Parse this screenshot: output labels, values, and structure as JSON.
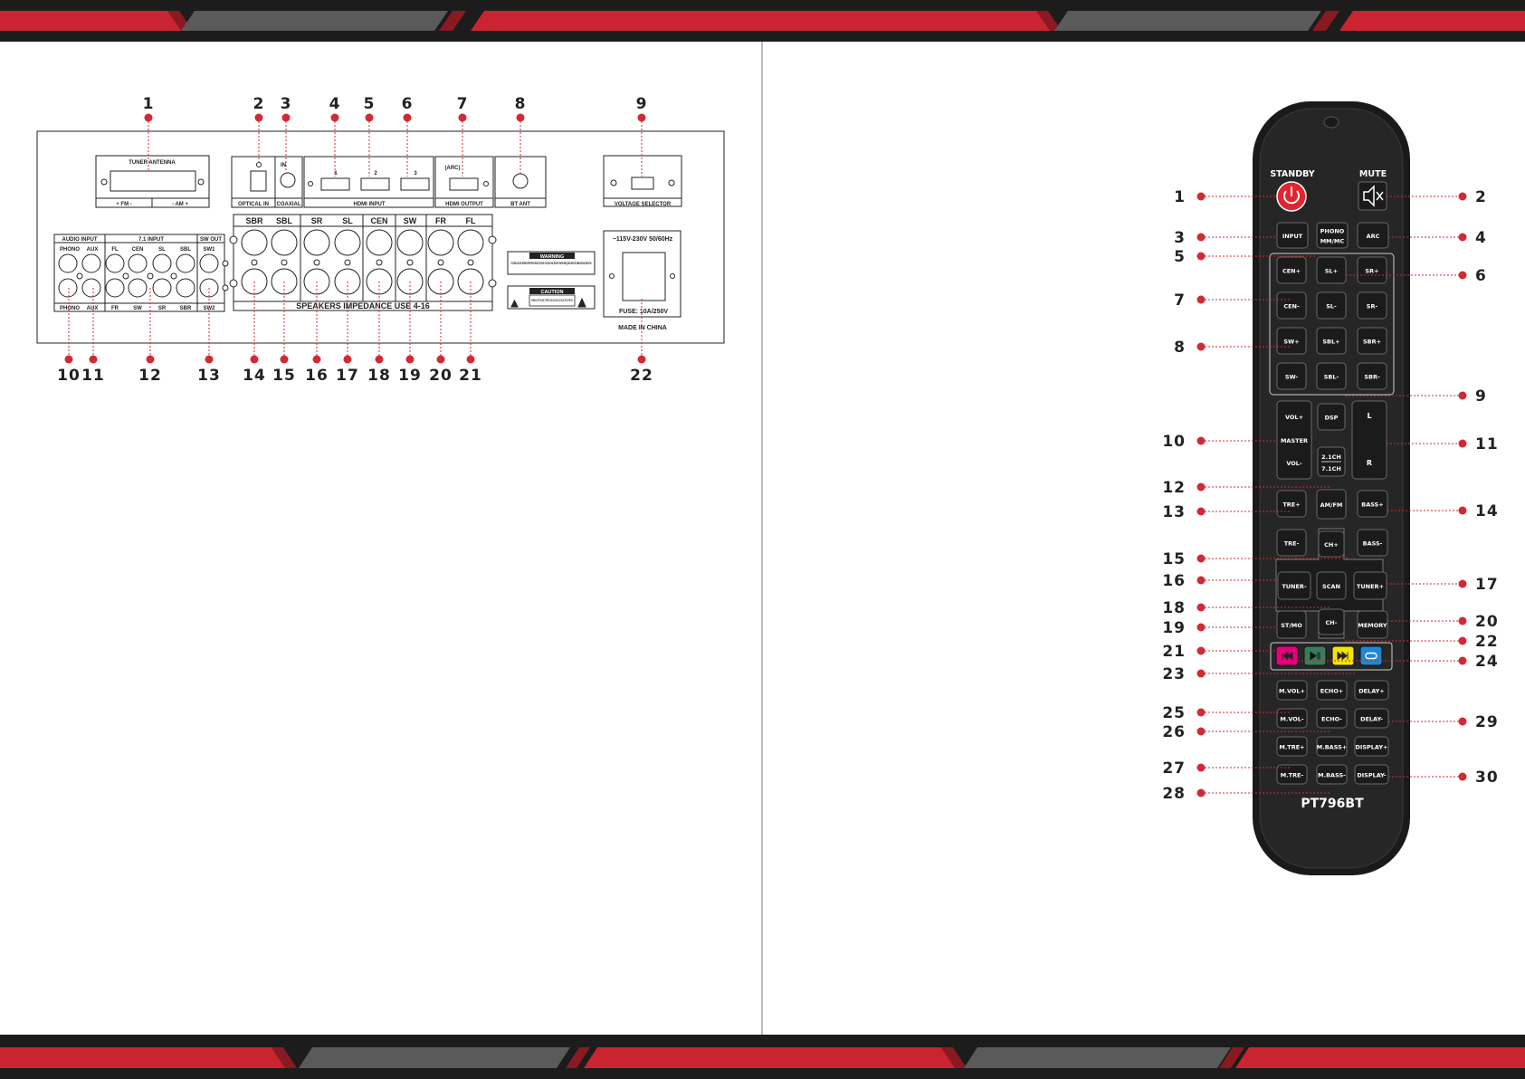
{
  "rear_panel": {
    "callouts": [
      "1",
      "2",
      "3",
      "4",
      "5",
      "6",
      "7",
      "8",
      "9",
      "10",
      "11",
      "12",
      "13",
      "14",
      "15",
      "16",
      "17",
      "18",
      "19",
      "20",
      "21",
      "22"
    ],
    "tuner": {
      "title": "TUNER ANTENNA",
      "fm": "+  FM  -",
      "am": "-   AM  +"
    },
    "optical_in": "OPTICAL IN",
    "coaxial": "COAXIAL",
    "coax_in": "IN",
    "hdmi_input": "HDMI  INPUT",
    "hdmi_ports": [
      "1",
      "2",
      "3"
    ],
    "hdmi_arc": "(ARC)",
    "hdmi_output": "HDMI  OUTPUT",
    "bt_ant": "BT ANT",
    "voltage_selector": "VOLTAGE SELECTOR",
    "audio_input": "AUDIO INPUT",
    "phono": "PHONO",
    "aux": "AUX",
    "input_71": "7.1 INPUT",
    "in71_top": [
      "FL",
      "CEN",
      "SL",
      "SBL"
    ],
    "in71_bottom": [
      "FR",
      "SW",
      "SR",
      "SBR"
    ],
    "sw_out": "SW OUT",
    "sw1": "SW1",
    "sw2": "SW2",
    "speakers": [
      "SBR",
      "SBL",
      "SR",
      "SL",
      "CEN",
      "SW",
      "FR",
      "FL"
    ],
    "impedance": "SPEAKERS IMPEDANCE USE 4-16",
    "warning_title": "WARNING",
    "warning_text": "TO REDUCE THE RISK OF FIRE OR ELECTRIC SHOCK DO NOT EXPOSE THIS EQUIPMENT TO RAIN OR MOISTURE",
    "caution_title": "CAUTION",
    "caution_text": "RISK OF ELECTRIC SHOCK DO NOT OPEN",
    "power_rating": "~115V-230V 50/60Hz",
    "fuse": "FUSE:  10A/250V",
    "made_in": "MADE IN CHINA"
  },
  "remote": {
    "model": "PT796BT",
    "callouts_left": [
      "1",
      "3",
      "5",
      "7",
      "8",
      "10",
      "12",
      "13",
      "15",
      "16",
      "18",
      "19",
      "21",
      "23",
      "25",
      "26",
      "27",
      "28"
    ],
    "callouts_right": [
      "2",
      "4",
      "6",
      "9",
      "11",
      "14",
      "17",
      "20",
      "22",
      "24",
      "29",
      "30"
    ],
    "standby": "STANDBY",
    "mute": "MUTE",
    "input": "INPUT",
    "phono1": "PHONO",
    "phono2": "MM/MC",
    "arc": "ARC",
    "cen_up": "CEN+",
    "sl_up": "SL+",
    "sr_up": "SR+",
    "cen_dn": "CEN-",
    "sl_dn": "SL-",
    "sr_dn": "SR-",
    "sw_up": "SW+",
    "sbl_up": "SBL+",
    "sbr_up": "SBR+",
    "sw_dn": "SW-",
    "sbl_dn": "SBL-",
    "sbr_dn": "SBR-",
    "vol_up": "VOL+",
    "master": "MASTER",
    "vol_dn": "VOL-",
    "dsp": "DSP",
    "ch21": "2.1CH",
    "ch71": "7.1CH",
    "l": "L",
    "r": "R",
    "amfm": "AM/FM",
    "tre_up": "TRE+",
    "tre_dn": "TRE-",
    "bass_up": "BASS+",
    "bass_dn": "BASS-",
    "ch_up": "CH+",
    "ch_dn": "CH-",
    "tuner_dn": "TUNER-",
    "scan": "SCAN",
    "tuner_up": "TUNER+",
    "stmo": "ST/MO",
    "memory": "MEMORY",
    "mvol_up": "M.VOL+",
    "echo_up": "ECHO+",
    "delay_up": "DELAY+",
    "mvol_dn": "M.VOL-",
    "echo_dn": "ECHO-",
    "delay_dn": "DELAY-",
    "mtre_up": "M.TRE+",
    "mbass_up": "M.BASS+",
    "display_up": "DISPLAY+",
    "mtre_dn": "M.TRE-",
    "mbass_dn": "M.BASS-",
    "display_dn": "DISPLAY-",
    "colors": {
      "magenta": "#e6007e",
      "green": "#3a7d5c",
      "yellow": "#f5e400",
      "blue": "#1e88d6"
    }
  },
  "theme": {
    "accent_red": "#d12a35",
    "dark_band": "#1f1f1f",
    "gray_band": "#555555"
  }
}
